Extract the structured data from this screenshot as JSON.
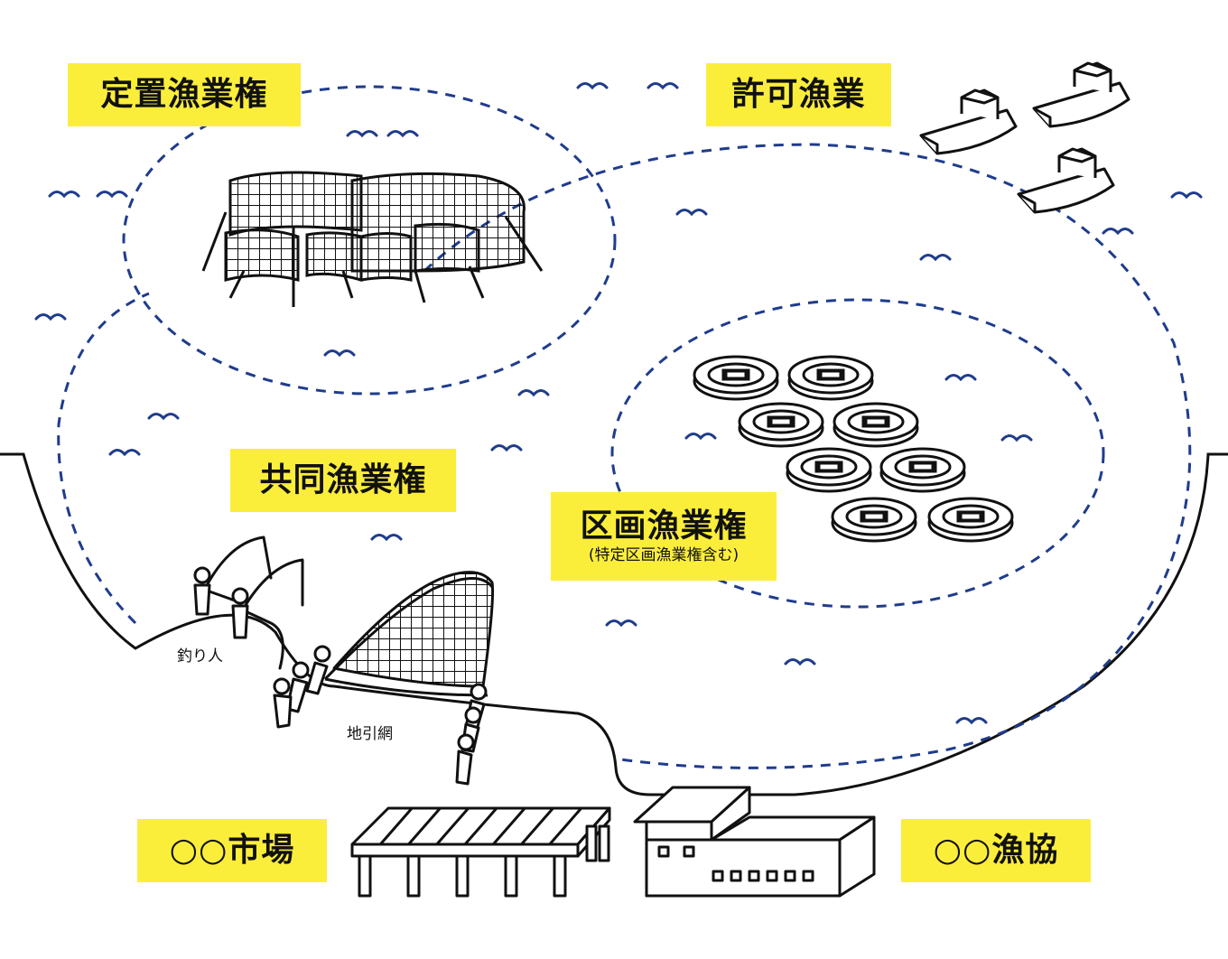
{
  "labels": {
    "teichi": "定置漁業権",
    "kyoka": "許可漁業",
    "kyodo": "共同漁業権",
    "kukaku": "区画漁業権",
    "kukaku_note": "(特定区画漁業権含む)",
    "market": "○○市場",
    "coop": "○○漁協",
    "anglers": "釣り人",
    "beach_seine": "地引網"
  },
  "colors": {
    "zone_line": "#1f3c8c",
    "wave": "#1f3c8c",
    "label_bg": "#fbee3b",
    "ink": "#111111"
  }
}
